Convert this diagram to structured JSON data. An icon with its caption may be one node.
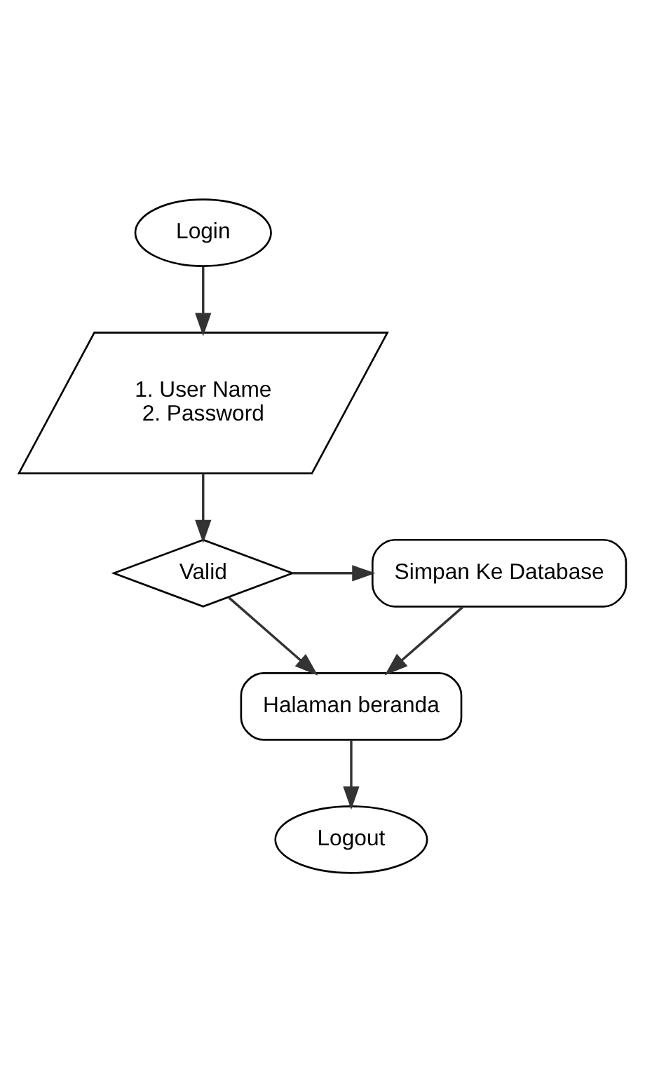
{
  "diagram": {
    "nodes": [
      {
        "text": [
          "Login"
        ]
      },
      {
        "text": [
          "1. User Name",
          "2. Password"
        ]
      },
      {
        "text": [
          "Valid"
        ]
      },
      {
        "text": [
          "Simpan Ke Database"
        ]
      },
      {
        "text": [
          "Halaman beranda"
        ]
      },
      {
        "text": [
          "Logout"
        ]
      }
    ],
    "edges": [
      {
        "from": 0,
        "to": 1,
        "arrow": "to"
      },
      {
        "from": 1,
        "to": 2,
        "arrow": "to"
      },
      {
        "from": 2,
        "to": 3,
        "arrow": "to"
      },
      {
        "from": 2,
        "to": 4,
        "arrow": "to"
      },
      {
        "from": 3,
        "to": 4,
        "arrow": "to"
      },
      {
        "from": 4,
        "to": 5,
        "arrow": "to"
      }
    ]
  }
}
